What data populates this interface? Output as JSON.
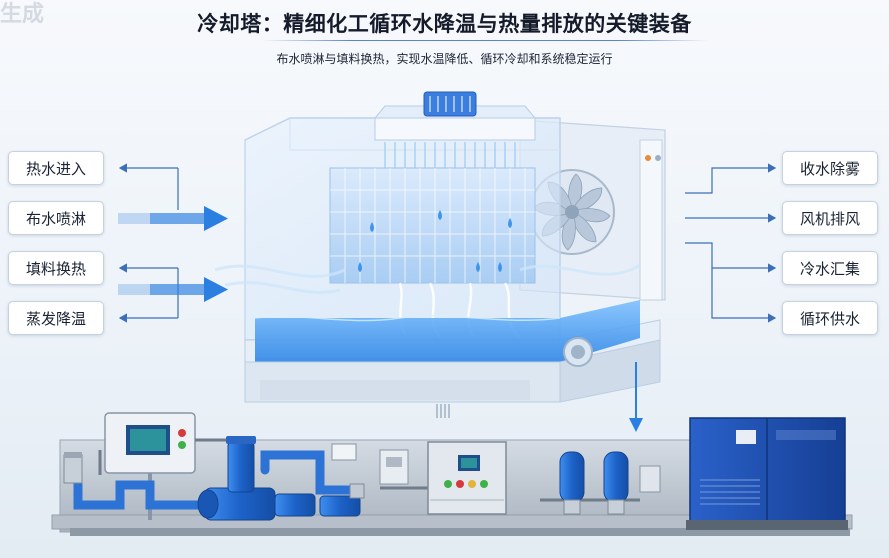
{
  "watermark": "生成",
  "title": "冷却塔：精细化工循环水降温与热量排放的关键装备",
  "subtitle": "布水喷淋与填料换热，实现水温降低、循环冷却和系统稳定运行",
  "left_labels": [
    "热水进入",
    "布水喷淋",
    "填料换热",
    "蒸发降温"
  ],
  "right_labels": [
    "收水除雾",
    "风机排风",
    "冷水汇集",
    "循环供水"
  ],
  "colors": {
    "accent_blue": "#2a7fe0",
    "water_blue": "#4fa3f0",
    "panel_gray": "#c3cad3",
    "machine_blue": "#1e4fb0"
  },
  "icons": [
    "arrow-right-icon",
    "arrow-left-icon",
    "arrow-down-icon",
    "fan-icon",
    "pump-icon",
    "control-panel-icon"
  ]
}
